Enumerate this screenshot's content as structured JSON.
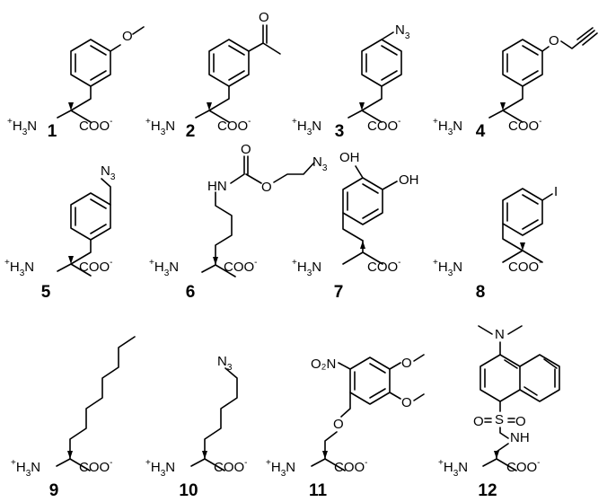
{
  "compounds": [
    {
      "number": "1"
    },
    {
      "number": "2"
    },
    {
      "number": "3"
    },
    {
      "number": "4"
    },
    {
      "number": "5"
    },
    {
      "number": "6"
    },
    {
      "number": "7"
    },
    {
      "number": "8"
    },
    {
      "number": "9"
    },
    {
      "number": "10"
    },
    {
      "number": "11"
    },
    {
      "number": "12"
    }
  ],
  "labels": {
    "amine_plus": "+",
    "amine_h": "H",
    "amine_3": "3",
    "amine_n": "N",
    "carboxylate": "COO",
    "minus": "-",
    "oxygen": "O",
    "oh": "OH",
    "hydroxy_ho": "OH",
    "nh": "NH",
    "hn": "HN",
    "azide_n": "N",
    "azide_3": "3",
    "iodine": "I",
    "nitro": "O₂N",
    "sulfur": "S",
    "dimethyl_n": "N"
  }
}
